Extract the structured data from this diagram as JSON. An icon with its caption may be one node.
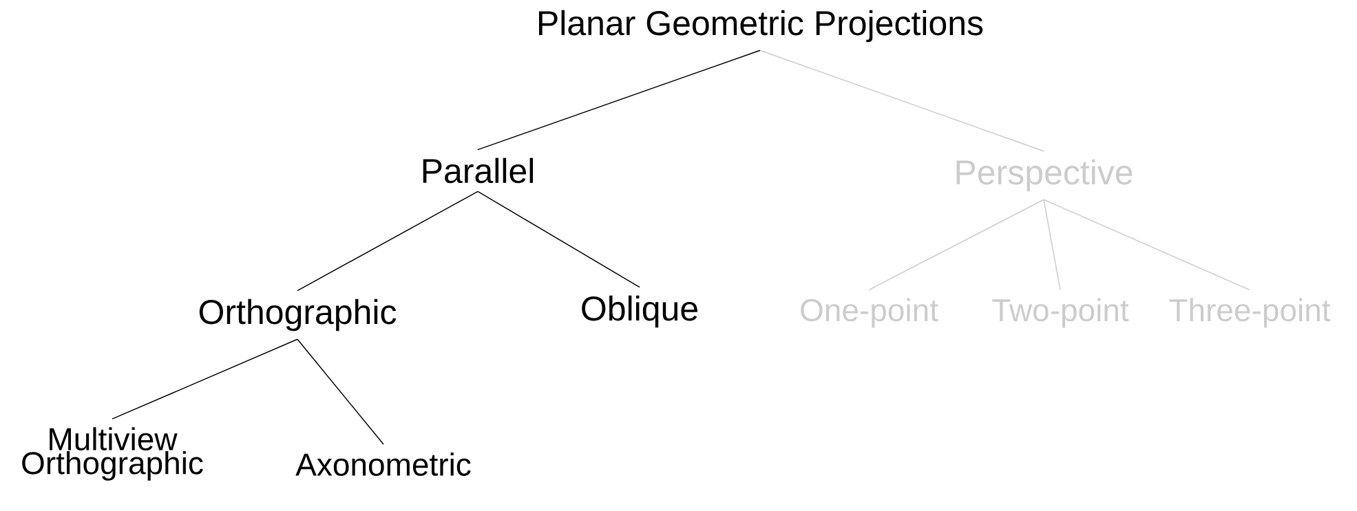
{
  "diagram": {
    "nodes": [
      {
        "text": [
          "Planar Geometric Projections"
        ]
      },
      {
        "text": [
          "Parallel"
        ]
      },
      {
        "text": [
          "Perspective"
        ]
      },
      {
        "text": [
          "Orthographic"
        ]
      },
      {
        "text": [
          "Oblique"
        ]
      },
      {
        "text": [
          "One-point"
        ]
      },
      {
        "text": [
          "Two-point"
        ]
      },
      {
        "text": [
          "Three-point"
        ]
      },
      {
        "text": [
          "Multiview Orthographic"
        ]
      },
      {
        "text": [
          "Axonometric"
        ]
      }
    ],
    "edges": [
      {
        "from": 0,
        "to": 1,
        "arrow": "none"
      },
      {
        "from": 0,
        "to": 2,
        "arrow": "none",
        "color": "#cccccc"
      },
      {
        "from": 1,
        "to": 3,
        "arrow": "none"
      },
      {
        "from": 1,
        "to": 4,
        "arrow": "none"
      },
      {
        "from": 2,
        "to": 5,
        "arrow": "none",
        "color": "#cccccc"
      },
      {
        "from": 2,
        "to": 6,
        "arrow": "none",
        "color": "#cccccc"
      },
      {
        "from": 2,
        "to": 7,
        "arrow": "none",
        "color": "#cccccc"
      },
      {
        "from": 3,
        "to": 8,
        "arrow": "none"
      },
      {
        "from": 3,
        "to": 9,
        "arrow": "none"
      }
    ]
  }
}
